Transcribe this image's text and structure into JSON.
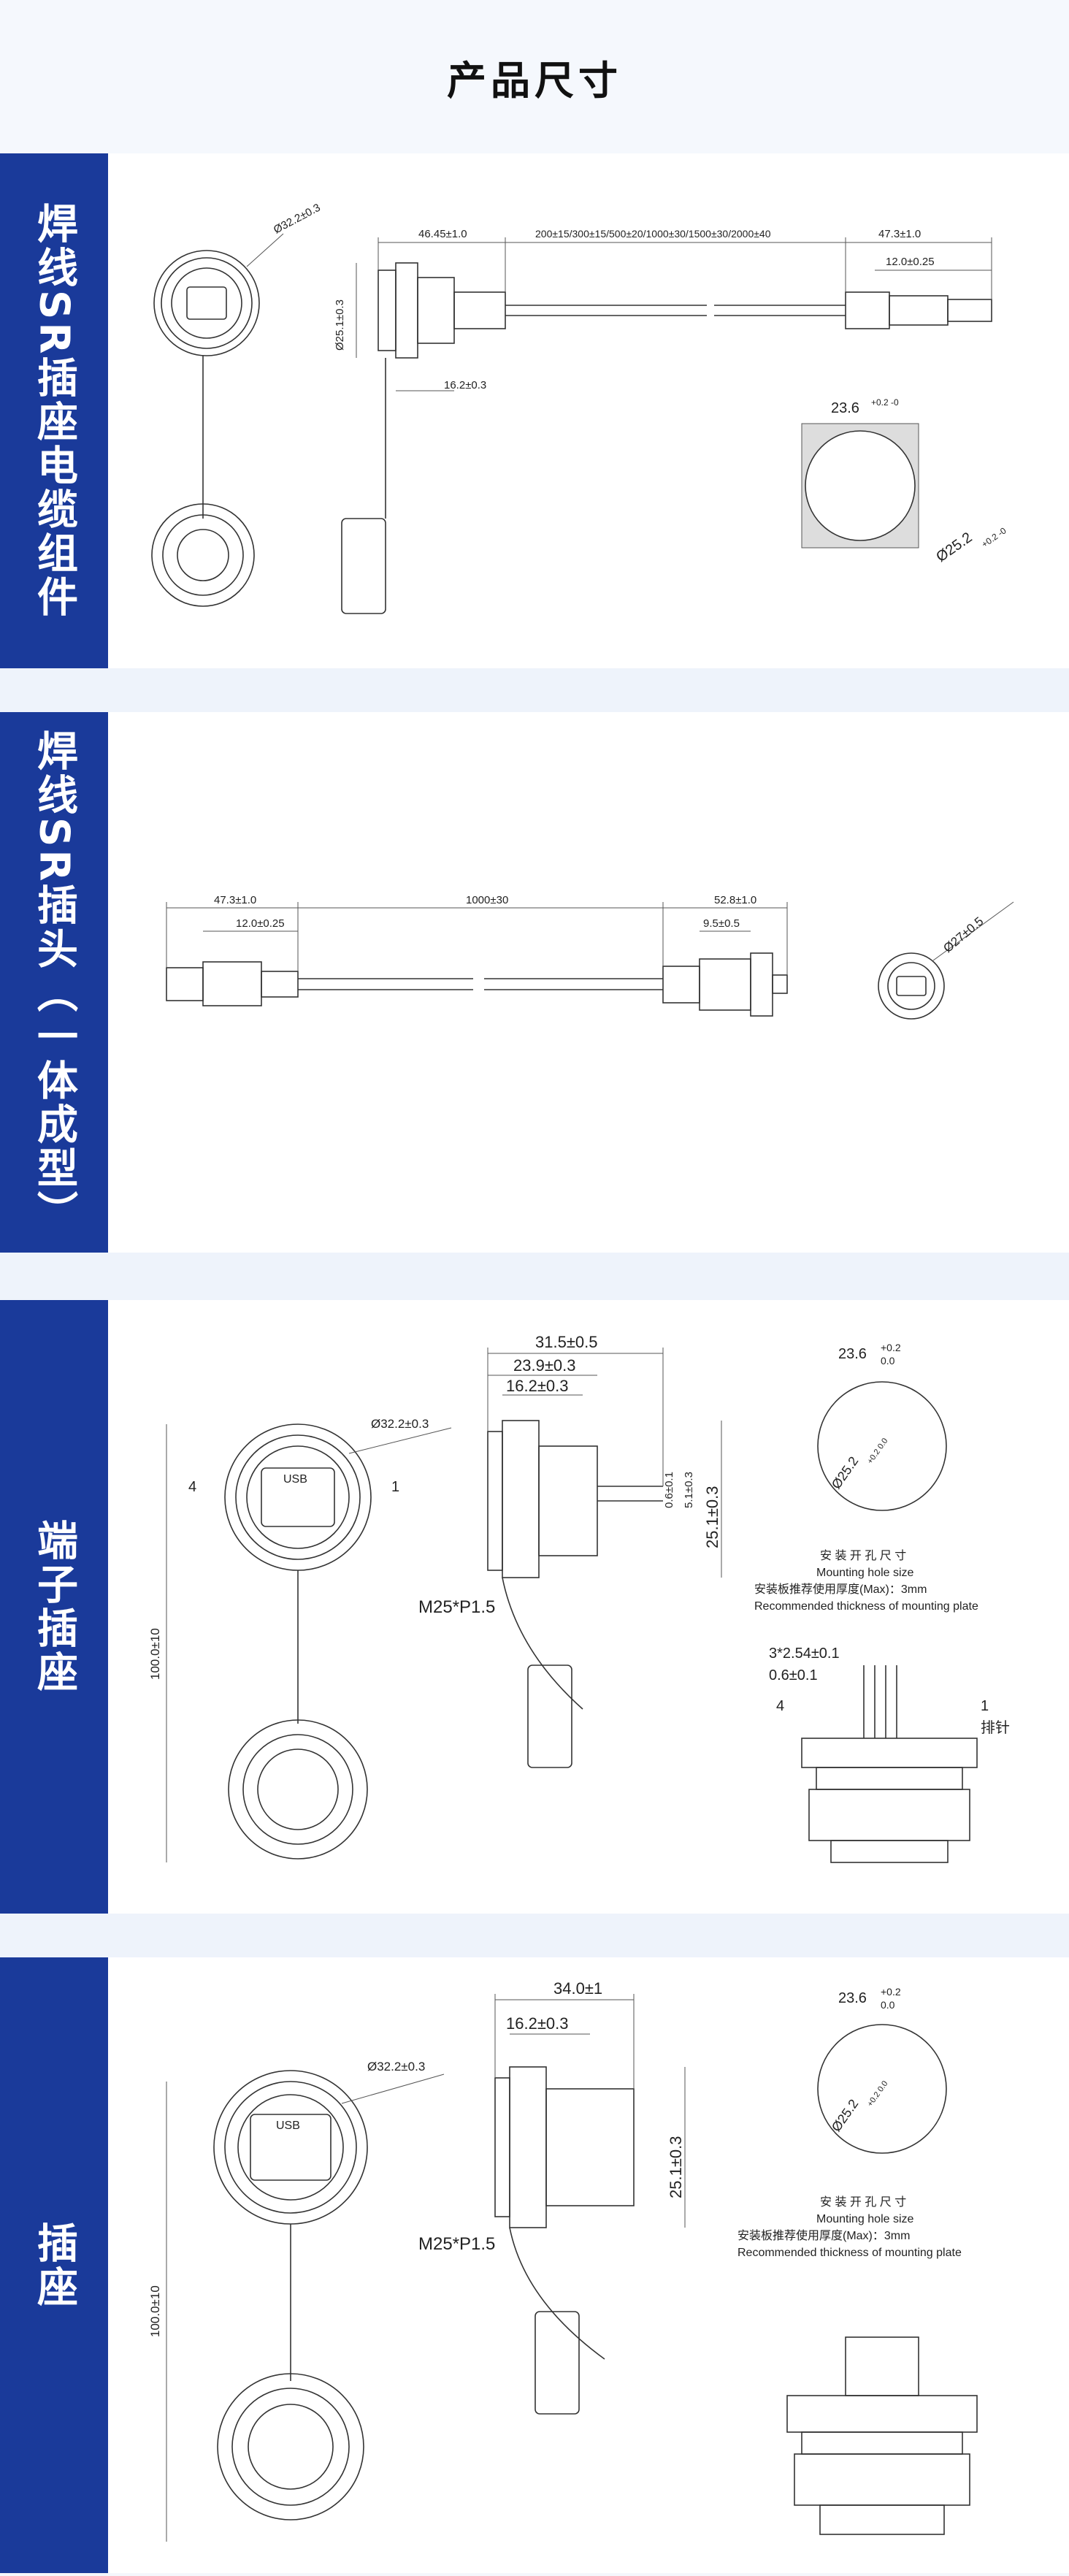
{
  "page_title": "产品尺寸",
  "sections": [
    {
      "label": "焊线SR插座电缆组件",
      "dims": {
        "d_outer": "Ø32.2±0.3",
        "l1": "46.45±1.0",
        "cable": "200±15/300±15/500±20/1000±30/1500±30/2000±40",
        "plug_len": "47.3±1.0",
        "plug_tip": "12.0±0.25",
        "height": "Ø25.1±0.3",
        "panel": "16.2±0.3",
        "hole_w": "23.6",
        "hole_w_tol": "+0.2 -0",
        "hole_d": "Ø25.2",
        "hole_d_tol": "+0.2 -0"
      }
    },
    {
      "label": "焊线SR插头（一体成型）",
      "dims": {
        "plug_len": "47.3±1.0",
        "cable": "1000±30",
        "head_len": "52.8±1.0",
        "plug_tip": "12.0±0.25",
        "head_tip": "9.5±0.5",
        "d_outer": "Ø27±0.5"
      }
    },
    {
      "label": "端子插座",
      "dims": {
        "d_outer": "Ø32.2±0.3",
        "pin4": "4",
        "pin1": "1",
        "usb": "USB",
        "height": "100.0±10",
        "total": "31.5±0.5",
        "body": "23.9±0.3",
        "panel": "16.2±0.3",
        "pin_a": "0.6±0.1",
        "pin_b": "5.1±0.3",
        "flange": "25.1±0.3",
        "thread": "M25*P1.5",
        "hole_w": "23.6",
        "hole_w_tol_up": "+0.2",
        "hole_w_tol_dn": "0.0",
        "hole_d": "Ø25.2",
        "hole_d_tol": "+0.2 0.0",
        "note_cn": "安 装 开 孔 尺 寸",
        "note_en": "Mounting hole size",
        "note_cn2": "安装板推荐使用厚度(Max)：3mm",
        "note_en2": "Recommended thickness of mounting plate",
        "pitch": "3*2.54±0.1",
        "pin_w": "0.6±0.1",
        "pin_label": "排针"
      }
    },
    {
      "label": "插座",
      "dims": {
        "d_outer": "Ø32.2±0.3",
        "usb": "USB",
        "height": "100.0±10",
        "total": "34.0±1",
        "panel": "16.2±0.3",
        "flange": "25.1±0.3",
        "thread": "M25*P1.5",
        "hole_w": "23.6",
        "hole_w_tol_up": "+0.2",
        "hole_w_tol_dn": "0.0",
        "hole_d": "Ø25.2",
        "hole_d_tol": "+0.2 0.0",
        "note_cn": "安 装 开 孔 尺 寸",
        "note_en": "Mounting hole size",
        "note_cn2": "安装板推荐使用厚度(Max)：3mm",
        "note_en2": "Recommended thickness of mounting plate"
      }
    }
  ],
  "colors": {
    "sidebar": "#1a3a9a",
    "gap": "#eef3fb"
  }
}
